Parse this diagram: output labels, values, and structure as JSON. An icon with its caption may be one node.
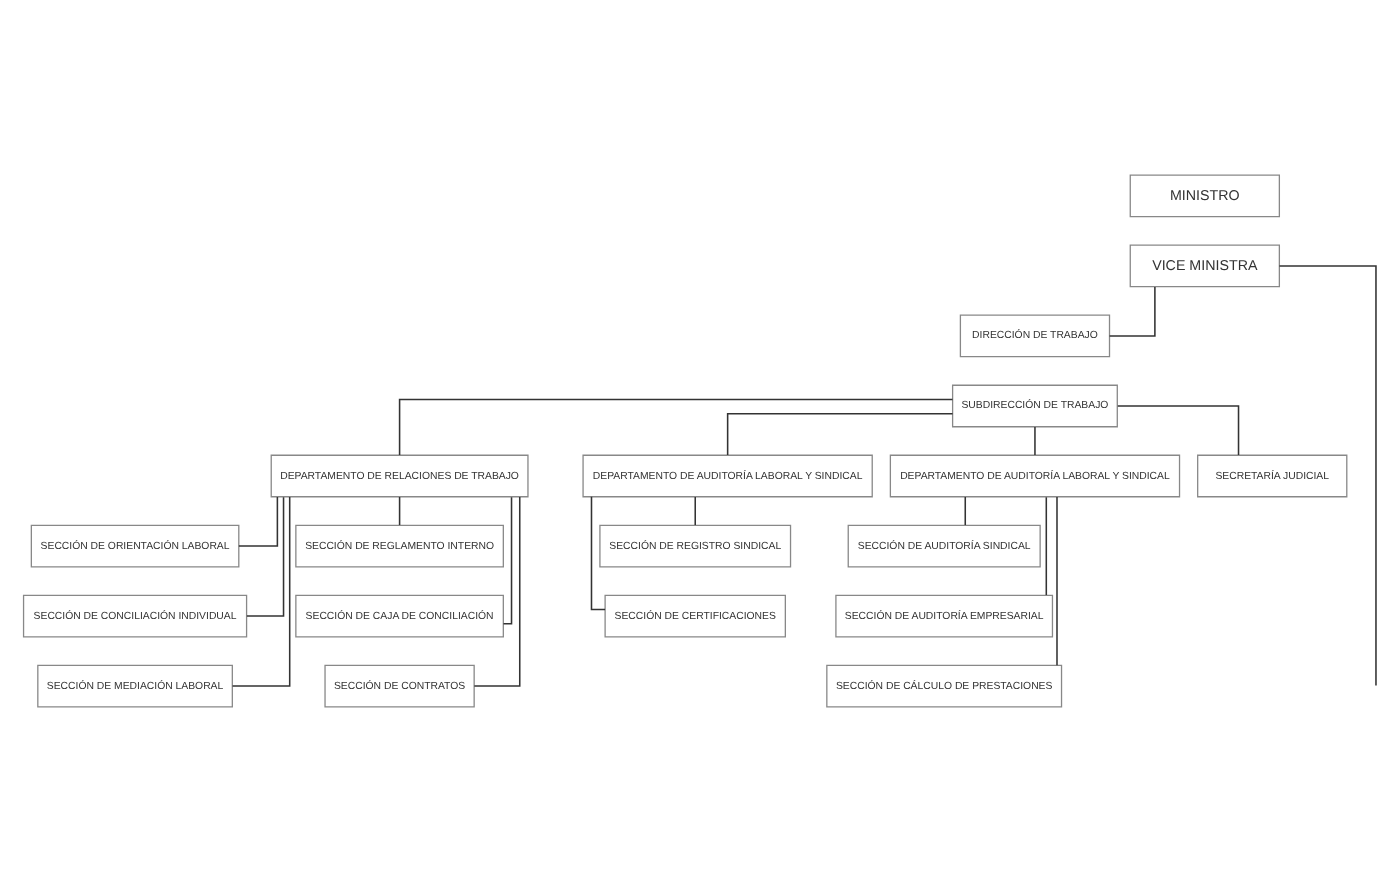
{
  "diagram": {
    "nodes": [
      {
        "text": [
          "MINISTRO"
        ]
      },
      {
        "text": [
          "VICE MINISTRA"
        ]
      },
      {
        "text": [
          "DIRECCIÓN DE TRABAJO"
        ]
      },
      {
        "text": [
          "SUBDIRECCIÓN DE TRABAJO"
        ]
      },
      {
        "text": [
          "SECRETARÍA JUDICIAL"
        ]
      },
      {
        "text": [
          "DEPARTAMENTO DE RELACIONES DE TRABAJO"
        ]
      },
      {
        "text": [
          "DEPARTAMENTO DE AUDITORÍA LABORAL Y SINDICAL"
        ]
      },
      {
        "text": [
          "DEPARTAMENTO DE AUDITORÍA LABORAL Y SINDICAL"
        ]
      },
      {
        "text": [
          "SECCIÓN DE ORIENTACIÓN LABORAL"
        ]
      },
      {
        "text": [
          "SECCIÓN DE REGLAMENTO INTERNO"
        ]
      },
      {
        "text": [
          "SECCIÓN DE CONCILIACIÓN INDIVIDUAL"
        ]
      },
      {
        "text": [
          "SECCIÓN DE CAJA DE CONCILIACIÓN"
        ]
      },
      {
        "text": [
          "SECCIÓN DE MEDIACIÓN LABORAL"
        ]
      },
      {
        "text": [
          "SECCIÓN DE CONTRATOS"
        ]
      },
      {
        "text": [
          "SECCIÓN DE REGISTRO SINDICAL"
        ]
      },
      {
        "text": [
          "SECCIÓN DE CERTIFICACIONES"
        ]
      },
      {
        "text": [
          "SECCIÓN DE AUDITORÍA SINDICAL"
        ]
      },
      {
        "text": [
          "SECCIÓN DE AUDITORÍA EMPRESARIAL"
        ]
      },
      {
        "text": [
          "SECCIÓN DE CÁLCULO DE PRESTACIONES"
        ]
      }
    ],
    "edges": [
      {
        "from": 1,
        "to": 2,
        "arrow": "none"
      },
      {
        "from": 1,
        "to": null,
        "arrow": "none"
      },
      {
        "from": 3,
        "to": 4,
        "arrow": "none"
      },
      {
        "from": 3,
        "to": 5,
        "arrow": "none"
      },
      {
        "from": 3,
        "to": 6,
        "arrow": "none"
      },
      {
        "from": 3,
        "to": 7,
        "arrow": "none"
      },
      {
        "from": 5,
        "to": 8,
        "arrow": "none"
      },
      {
        "from": 5,
        "to": 10,
        "arrow": "none"
      },
      {
        "from": 5,
        "to": 12,
        "arrow": "none"
      },
      {
        "from": 5,
        "to": 9,
        "arrow": "none"
      },
      {
        "from": 5,
        "to": 11,
        "arrow": "none"
      },
      {
        "from": 5,
        "to": 13,
        "arrow": "none"
      },
      {
        "from": 6,
        "to": 14,
        "arrow": "none"
      },
      {
        "from": 6,
        "to": 15,
        "arrow": "none"
      },
      {
        "from": 7,
        "to": 16,
        "arrow": "none"
      },
      {
        "from": 7,
        "to": 17,
        "arrow": "none"
      },
      {
        "from": 7,
        "to": 18,
        "arrow": "none"
      }
    ]
  }
}
